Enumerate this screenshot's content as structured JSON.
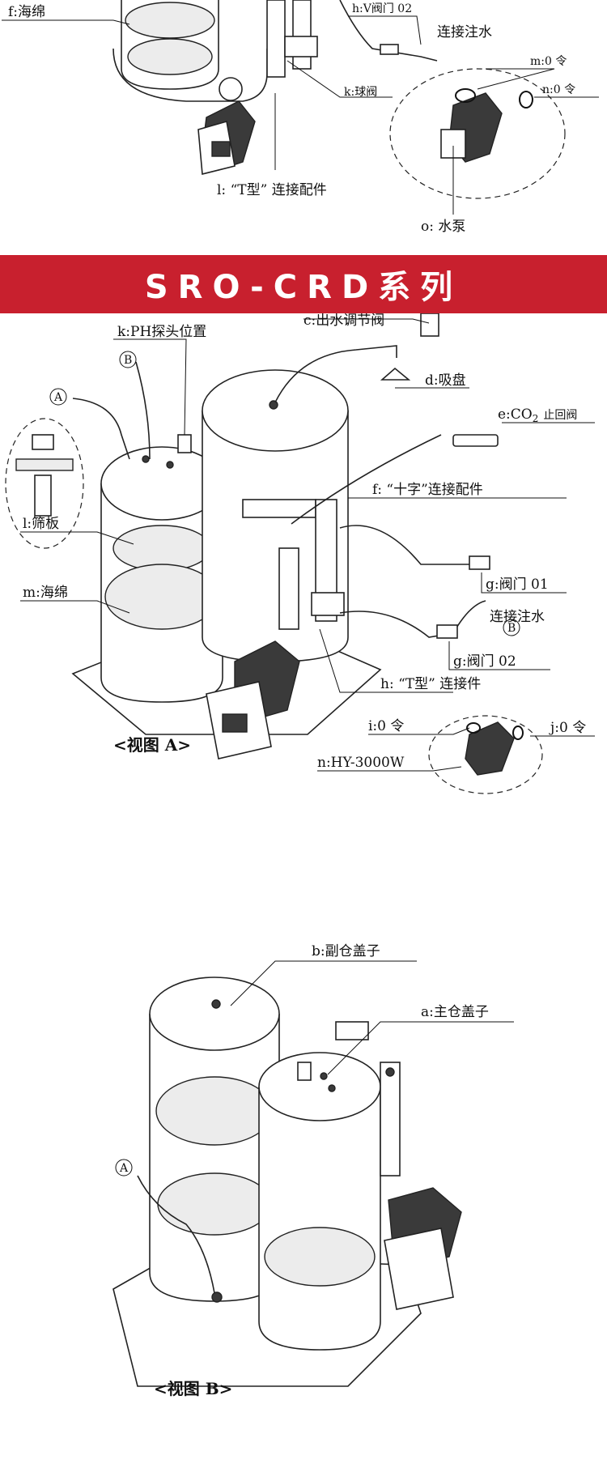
{
  "banner": {
    "title": "SRO-CRD系列",
    "color": "#c8202e"
  },
  "top_labels": {
    "f": "f:海绵",
    "h": "h:V阀门 02",
    "water_inlet": "连接注水",
    "m": "m:0 令",
    "n": "n:0 令",
    "k": "k:球阀",
    "l": "l: “T型” 连接配件",
    "o": "o: 水泵"
  },
  "view_a": {
    "caption": "<视图 A>",
    "labels": {
      "k": "k:PH探头位置",
      "c": "c:出水调节阀",
      "d": "d:吸盘",
      "e_main": "e:CO",
      "e_sub": "2",
      "e_rest": "止回阀",
      "f": "f: “十字”连接配件",
      "l": "l:筛板",
      "m": "m:海绵",
      "g1": "g:阀门 01",
      "water_inlet": "连接注水",
      "g2": "g:阀门 02",
      "h": "h: “T型” 连接件",
      "i": "i:0 令",
      "j": "j:0 令",
      "n": "n:HY-3000W",
      "marker_a": "A",
      "marker_b": "B",
      "marker_b2": "B"
    }
  },
  "view_b": {
    "caption": "<视图 B>",
    "labels": {
      "b": "b:副仓盖子",
      "a": "a:主仓盖子",
      "marker_a": "A"
    }
  }
}
